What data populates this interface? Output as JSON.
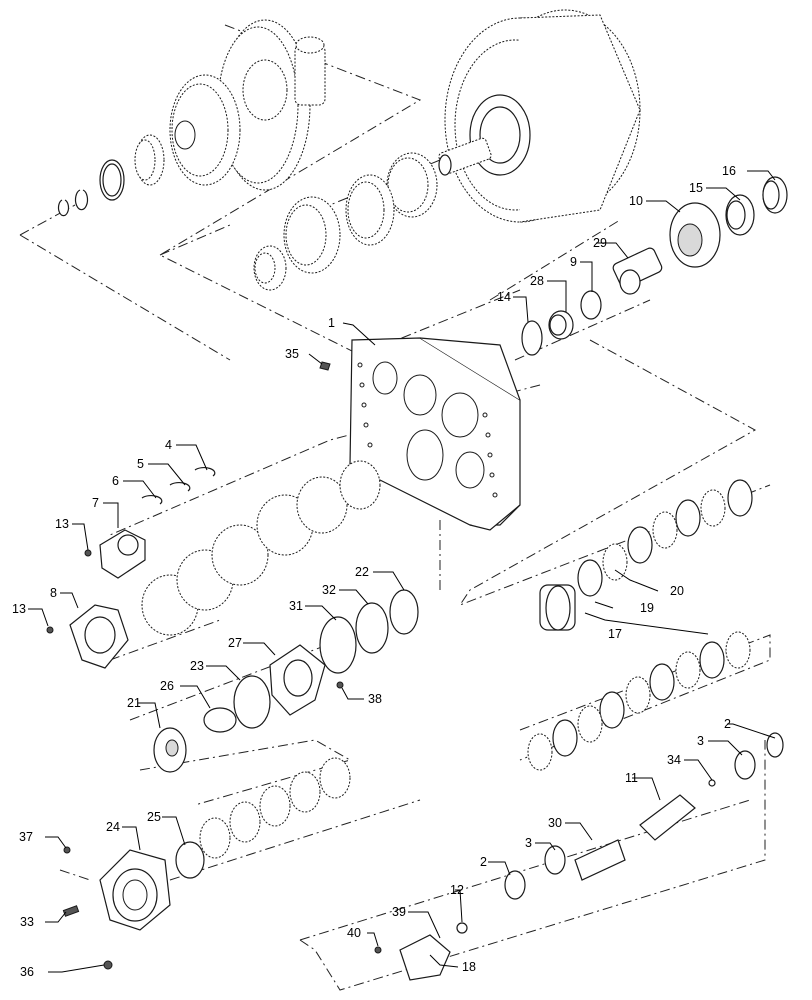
{
  "diagram": {
    "callouts": {
      "c1": "1",
      "c2a": "2",
      "c2b": "2",
      "c3a": "3",
      "c3b": "3",
      "c4": "4",
      "c5": "5",
      "c6": "6",
      "c7": "7",
      "c8": "8",
      "c9": "9",
      "c10": "10",
      "c11": "11",
      "c12": "12",
      "c13a": "13",
      "c13b": "13",
      "c14": "14",
      "c15": "15",
      "c16": "16",
      "c17": "17",
      "c18": "18",
      "c19": "19",
      "c20": "20",
      "c21": "21",
      "c22": "22",
      "c23": "23",
      "c24": "24",
      "c25": "25",
      "c26": "26",
      "c27": "27",
      "c28": "28",
      "c29": "29",
      "c30": "30",
      "c31": "31",
      "c32": "32",
      "c33": "33",
      "c34": "34",
      "c35": "35",
      "c36": "36",
      "c37": "37",
      "c38": "38",
      "c39": "39",
      "c40": "40"
    }
  }
}
